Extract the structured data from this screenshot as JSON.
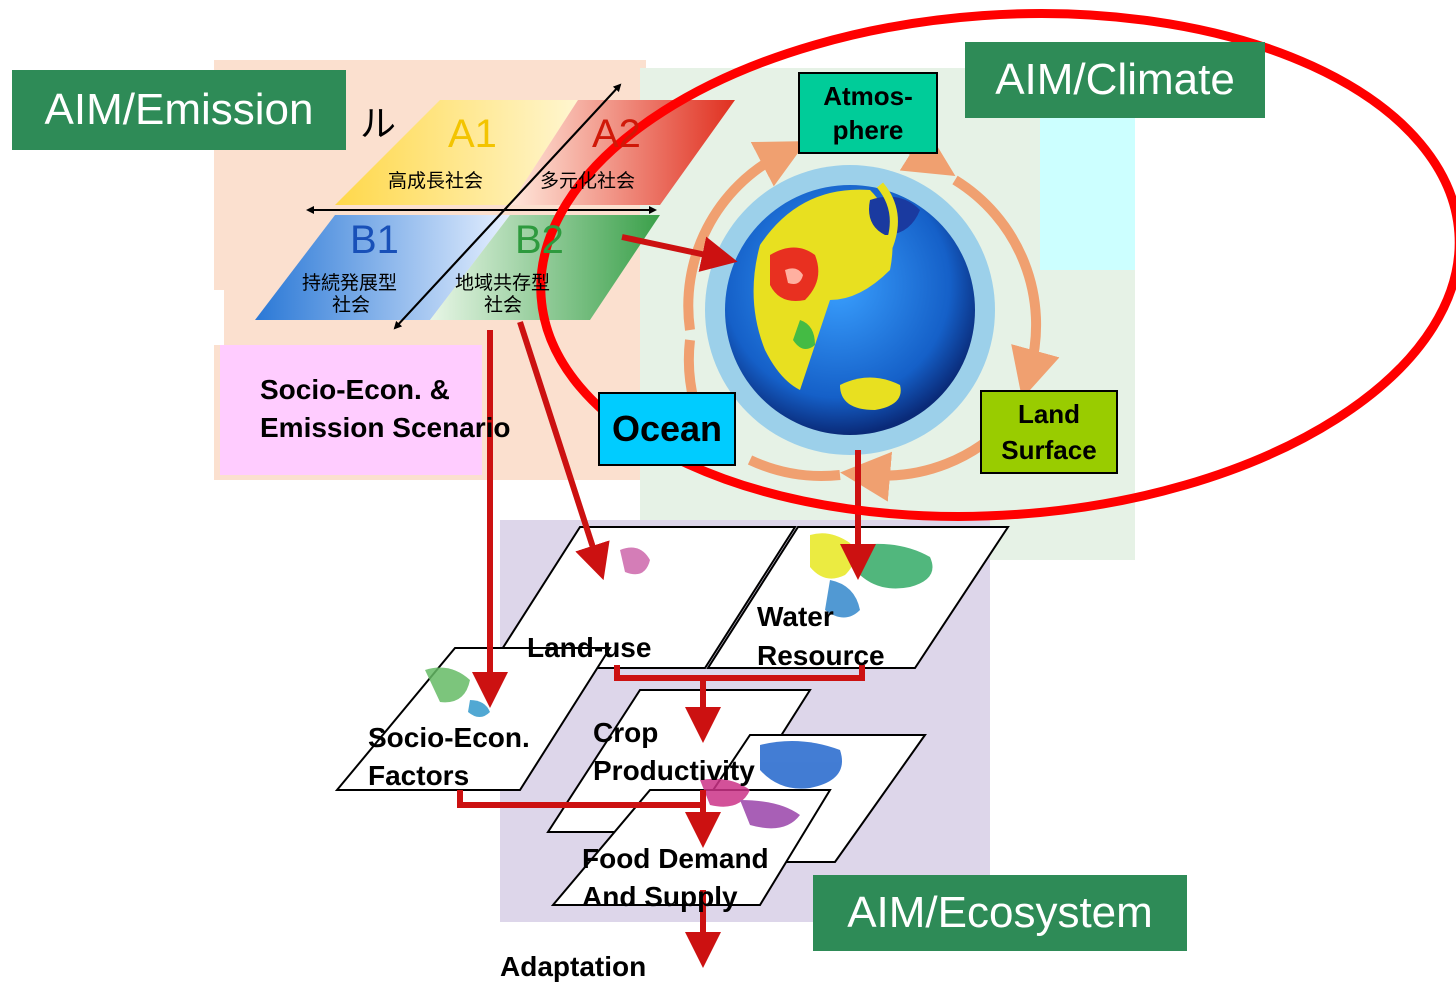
{
  "labels": {
    "emission": "AIM/Emission",
    "climate": "AIM/Climate",
    "ecosystem": "AIM/Ecosystem"
  },
  "scenario_quadrants": {
    "partial_heading": "ル",
    "a1": {
      "code": "A1",
      "jp": "高成長社会"
    },
    "a2": {
      "code": "A2",
      "jp": "多元化社会"
    },
    "b1": {
      "code": "B1",
      "jp_line1": "持続発展型",
      "jp_line2": "社会"
    },
    "b2": {
      "code": "B2",
      "jp_line1": "地域共存型",
      "jp_line2": "社会"
    }
  },
  "socio_scenario": {
    "line1": "Socio-Econ. &",
    "line2": "Emission Scenario"
  },
  "climate_components": {
    "atmosphere_line1": "Atmos-",
    "atmosphere_line2": "phere",
    "ocean": "Ocean",
    "land_line1": "Land",
    "land_line2": "Surface"
  },
  "ecosystem_layers": {
    "land_use": "Land-use",
    "water_line1": "Water",
    "water_line2": "Resource",
    "socio_line1": "Socio-Econ.",
    "socio_line2": "Factors",
    "crop_line1": "Crop",
    "crop_line2": "Productivity",
    "food_line1": "Food Demand",
    "food_line2": "And Supply",
    "adaptation": "Adaptation"
  },
  "colors": {
    "label_green": "#2e8b57",
    "arrow_red": "#cc1111",
    "ellipse_red": "#ff0000",
    "atmosphere_box": "#00cc99",
    "ocean_box": "#00ccff",
    "land_box": "#99cc00",
    "orange_cycle": "#f0a070"
  }
}
